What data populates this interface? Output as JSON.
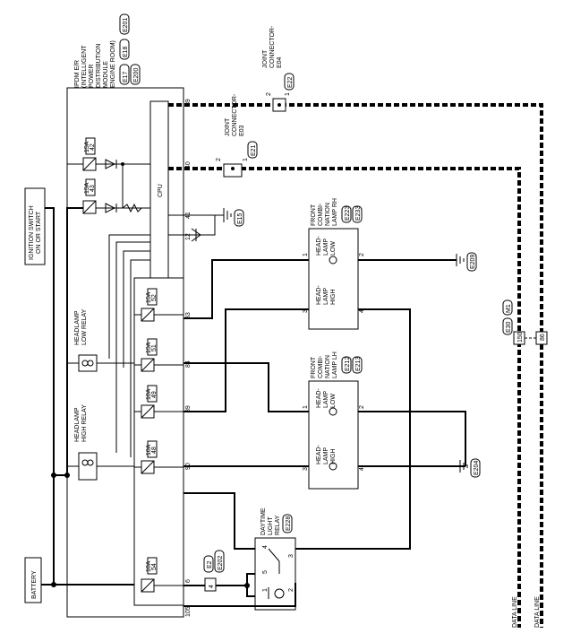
{
  "labels": {
    "ignition": [
      "IGNITION SWITCH",
      "ON OR START"
    ],
    "battery": "BATTERY",
    "ipdm": [
      "IPDM E/R",
      "(INTELLIGENT",
      "POWER",
      "DISTRIBUTION",
      "MODULE",
      "ENGINE ROOM)"
    ],
    "ipdm_connectors": [
      "E17",
      "E18",
      "E201",
      "E200"
    ],
    "cpu": "CPU",
    "jc_e03": [
      "JOINT",
      "CONNECTOR-",
      "E03"
    ],
    "jc_e03_conn": "E21",
    "jc_e04": [
      "JOINT",
      "CONNECTOR-",
      "E04"
    ],
    "jc_e04_conn": "E22",
    "ground_e15": "E15",
    "ground_e209": "E209",
    "ground_e204": "E204",
    "headlamp_low_relay": [
      "HEADLAMP",
      "LOW RELAY"
    ],
    "headlamp_high_relay": [
      "HEADLAMP",
      "HIGH RELAY"
    ],
    "daytime_relay": [
      "DAYTIME",
      "LIGHT",
      "RELAY"
    ],
    "daytime_relay_conn": "E228",
    "fc_rh": [
      "FRONT",
      "COMBI-",
      "NATION",
      "LAMP RH"
    ],
    "fc_rh_conns": [
      "E223",
      "E233"
    ],
    "fc_lh": [
      "FRONT",
      "COMBI-",
      "NATION",
      "LAMP LH"
    ],
    "fc_lh_conns": [
      "E212",
      "E213"
    ],
    "headlamp_low": [
      "HEAD-",
      "LAMP",
      "LOW"
    ],
    "headlamp_high": [
      "HEAD-",
      "LAMP",
      "HIGH"
    ],
    "m1": "M1",
    "e30": "E30",
    "pin_150": "150",
    "pin_86": "86",
    "data_line": "DATA LINE",
    "e2": "E2",
    "e202": "E202"
  },
  "fuses": [
    {
      "amp": "15A",
      "num": "42"
    },
    {
      "amp": "15A",
      "num": "43"
    },
    {
      "amp": "15A",
      "num": "52"
    },
    {
      "amp": "15A",
      "num": "51"
    },
    {
      "amp": "10A",
      "num": "49"
    },
    {
      "amp": "10A",
      "num": "48"
    },
    {
      "amp": "10A",
      "num": "54"
    }
  ],
  "pins": {
    "p39": "39",
    "p40": "40",
    "p41": "41",
    "p12": "12",
    "p83": "83",
    "p84": "84",
    "p89": "89",
    "p90": "90",
    "p6": "6",
    "p105": "105",
    "p4": "4",
    "one": "1",
    "two": "2",
    "three": "3",
    "four": "4",
    "five": "5"
  }
}
